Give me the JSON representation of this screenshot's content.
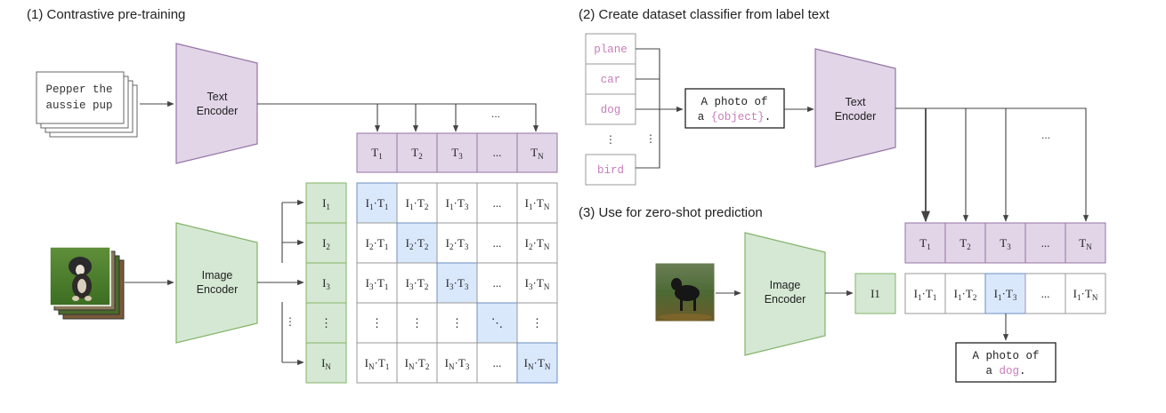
{
  "panel1": {
    "heading": "(1) Contrastive pre-training",
    "text_input": {
      "line1": "Pepper the",
      "line2": "aussie pup"
    },
    "text_encoder": {
      "line1": "Text",
      "line2": "Encoder"
    },
    "image_encoder": {
      "line1": "Image",
      "line2": "Encoder"
    },
    "top_ellipsis": "...",
    "text_features": [
      "T1",
      "T2",
      "T3",
      "...",
      "TN"
    ],
    "image_features": [
      "I1",
      "I2",
      "I3",
      "⋮",
      "IN"
    ],
    "side_ellipsis": "⋮",
    "matrix": [
      [
        "I1·T1",
        "I1·T2",
        "I1·T3",
        "...",
        "I1·TN"
      ],
      [
        "I2·T1",
        "I2·T2",
        "I2·T3",
        "...",
        "I2·TN"
      ],
      [
        "I3·T1",
        "I3·T2",
        "I3·T3",
        "...",
        "I3·TN"
      ],
      [
        "⋮",
        "⋮",
        "⋮",
        "⋱",
        "⋮"
      ],
      [
        "IN·T1",
        "IN·T2",
        "IN·T3",
        "...",
        "IN·TN"
      ]
    ]
  },
  "panel2": {
    "heading": "(2) Create dataset classifier from label text",
    "labels": [
      "plane",
      "car",
      "dog",
      "⋮",
      "bird"
    ],
    "label_side_ellipsis": "⋮",
    "template": {
      "line1": "A photo of",
      "line2_prefix": "a ",
      "placeholder": "{object}",
      "line2_suffix": "."
    },
    "text_encoder": {
      "line1": "Text",
      "line2": "Encoder"
    },
    "top_ellipsis": "..."
  },
  "panel3": {
    "heading": "(3) Use for zero-shot prediction",
    "image_encoder": {
      "line1": "Image",
      "line2": "Encoder"
    },
    "image_feature": "I1",
    "text_features": [
      "T1",
      "T2",
      "T3",
      "...",
      "TN"
    ],
    "scores": [
      "I1·T1",
      "I1·T2",
      "I1·T3",
      "...",
      "I1·TN"
    ],
    "prediction": {
      "line1": "A photo of",
      "line2_prefix": "a ",
      "object": "dog",
      "line2_suffix": "."
    }
  },
  "colors": {
    "text_encoder_fill": "#e1d5e7",
    "text_encoder_stroke": "#9673a6",
    "image_encoder_fill": "#d5e8d4",
    "image_encoder_stroke": "#82b366",
    "highlight_fill": "#dae8fc",
    "highlight_stroke": "#6c8ebf",
    "placeholder_text": "#c77dbb",
    "grid_stroke": "#999999"
  }
}
